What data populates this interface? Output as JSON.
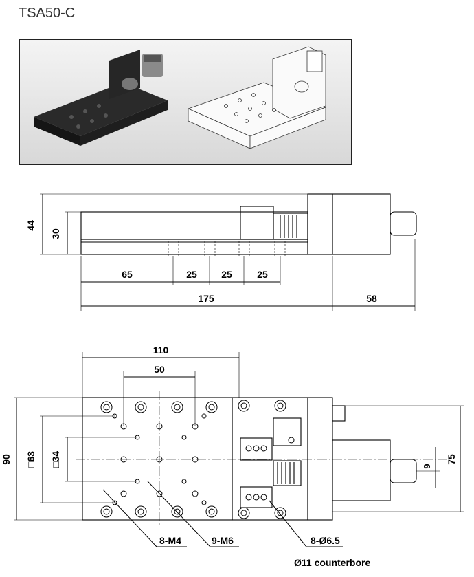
{
  "title": "TSA50-C",
  "side_view": {
    "height_total": "44",
    "height_body": "30",
    "spacing_first": "65",
    "spacing_a": "25",
    "spacing_b": "25",
    "spacing_c": "25",
    "length_body": "175",
    "length_motor": "58"
  },
  "top_view": {
    "width_pattern": "110",
    "hole_spacing": "50",
    "height_total": "90",
    "square_63": "□63",
    "square_34": "□34",
    "offset_9": "9",
    "motor_height": "75",
    "label_m4": "8-M4",
    "label_m6": "9-M6",
    "label_counterbore_holes": "8-Ø6.5",
    "label_counterbore": "Ø11 counterbore"
  }
}
